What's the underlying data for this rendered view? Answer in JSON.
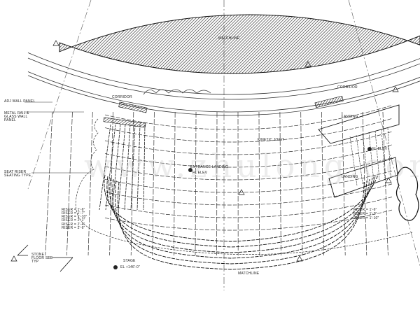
{
  "drawing": {
    "watermark": "www.zhulong.com",
    "labels": {
      "top_match": "MATCHLINE",
      "corridor_left": "CORRIDOR",
      "corridor_right": "CORRIDOR",
      "panel_left_1": "ADJ WALL PANEL",
      "panel_left_2": "METAL RAIL & GLASS WALL PANEL",
      "seat_left": "SEAT RISER SEATING TYPE",
      "entrance_ramp": "ENTRANCE LANDING",
      "kinetic_joint": "KINETIC JOINT",
      "elev_left": "FL ELEV",
      "elev_right": "FL ELEV",
      "riser_1": "RISER = 1'-6\"",
      "riser_2": "RISER = 1'-7\"",
      "riser_3": "RISER = 1'-10\"",
      "riser_4": "RISER = 2'-1\"",
      "riser_5": "RISER = 2'-4\"",
      "riser_6": "RISER = 2'-6\"",
      "stone_floor": "STONE FLOOR SEE TYP",
      "stage_elev": "EL +146'-0\"",
      "stage": "STAGE",
      "bottom_match": "MATCHLINE",
      "landing_1": "LANDING",
      "landing_2": "LANDING"
    }
  }
}
